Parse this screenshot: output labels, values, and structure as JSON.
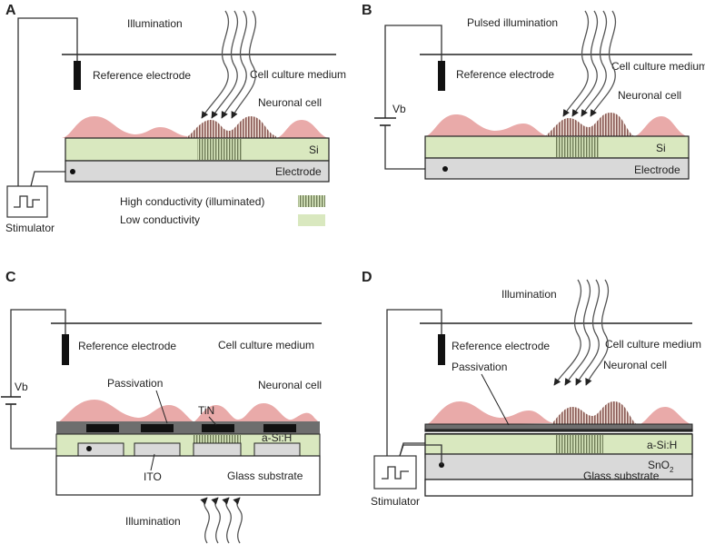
{
  "colors": {
    "silicon": "#d9e8bf",
    "electrode": "#d9d9d9",
    "cell": "#e9aaa9",
    "hatch": "#8a5a55",
    "passivation": "#6e6e6e",
    "tin": "#111111",
    "line": "#222222"
  },
  "panels": {
    "a": {
      "letter": "A",
      "illumination": "Illumination",
      "reference_electrode": "Reference electrode",
      "medium": "Cell culture medium",
      "neuronal_cell": "Neuronal cell",
      "si": "Si",
      "electrode": "Electrode",
      "stimulator": "Stimulator",
      "legend_high": "High conductivity (illuminated)",
      "legend_low": "Low conductivity"
    },
    "b": {
      "letter": "B",
      "illumination": "Pulsed illumination",
      "reference_electrode": "Reference electrode",
      "medium": "Cell culture medium",
      "neuronal_cell": "Neuronal cell",
      "vb": "Vb",
      "si": "Si",
      "electrode": "Electrode"
    },
    "c": {
      "letter": "C",
      "reference_electrode": "Reference electrode",
      "medium": "Cell culture medium",
      "passivation": "Passivation",
      "tin": "TiN",
      "neuronal_cell": "Neuronal cell",
      "vb": "Vb",
      "asih": "a-Si:H",
      "ito": "ITO",
      "glass": "Glass substrate",
      "illumination": "Illumination"
    },
    "d": {
      "letter": "D",
      "illumination": "Illumination",
      "reference_electrode": "Reference electrode",
      "medium": "Cell culture medium",
      "passivation": "Passivation",
      "neuronal_cell": "Neuronal cell",
      "asih": "a-Si:H",
      "sno2_base": "SnO",
      "sno2_sub": "2",
      "glass": "Glass substrate",
      "stimulator": "Stimulator"
    }
  }
}
